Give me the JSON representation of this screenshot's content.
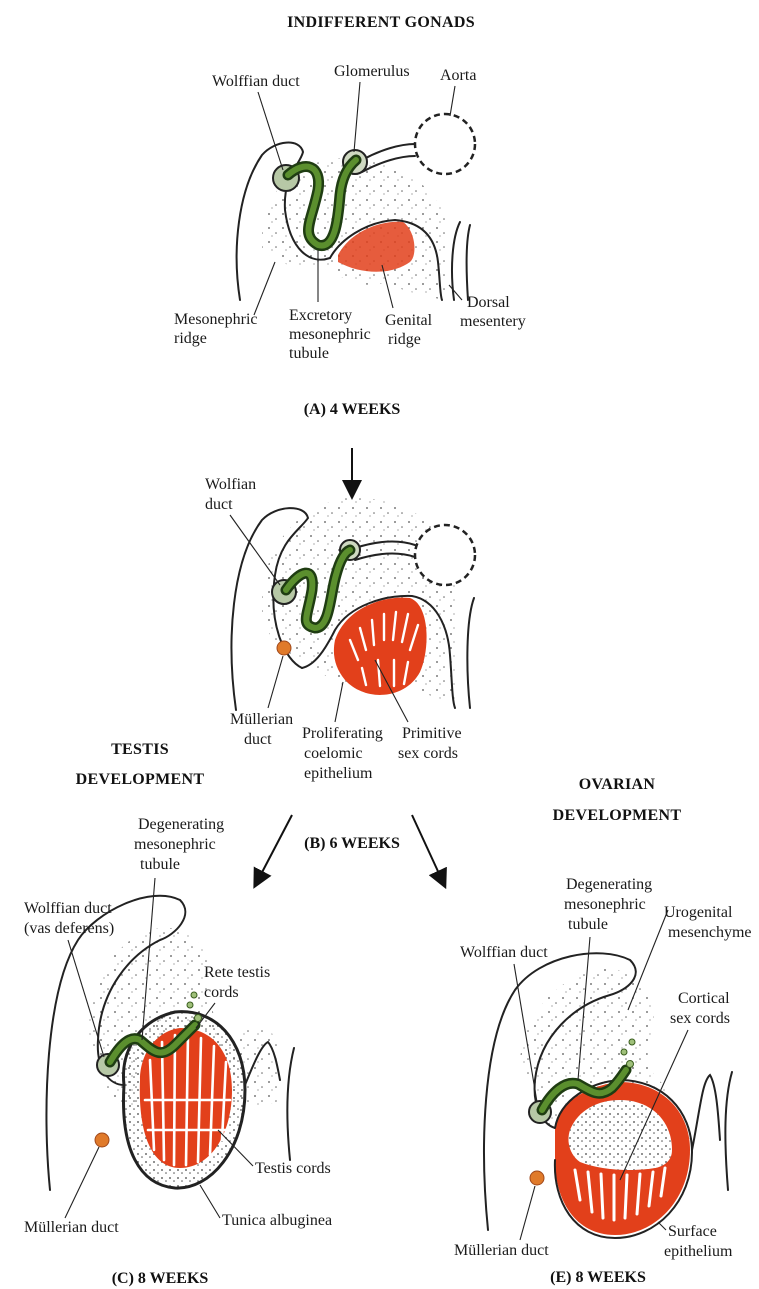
{
  "title": "INDIFFERENT GONADS",
  "colors": {
    "gonad_red": "#e2401b",
    "tubule_green": "#4f8a2b",
    "outline": "#222222"
  },
  "panel_a": {
    "caption": "(A)  4 WEEKS",
    "labels": {
      "wolffian": "Wolffian duct",
      "glomerulus": "Glomerulus",
      "aorta": "Aorta",
      "meso_ridge_1": "Mesonephric",
      "meso_ridge_2": "ridge",
      "excretory_1": "Excretory",
      "excretory_2": "mesonephric",
      "excretory_3": "tubule",
      "genital_1": "Genital",
      "genital_2": "ridge",
      "dorsal_1": "Dorsal",
      "dorsal_2": "mesentery"
    }
  },
  "panel_b": {
    "caption": "(B)  6 WEEKS",
    "labels": {
      "wolfian_1": "Wolfian",
      "wolfian_2": "duct",
      "mullerian_1": "Müllerian",
      "mullerian_2": "duct",
      "prolif_1": "Proliferating",
      "prolif_2": "coelomic",
      "prolif_3": "epithelium",
      "primitive_1": "Primitive",
      "primitive_2": "sex cords"
    }
  },
  "testis": {
    "heading_1": "TESTIS",
    "heading_2": "DEVELOPMENT",
    "caption": "(C)  8 WEEKS",
    "labels": {
      "degen_1": "Degenerating",
      "degen_2": "mesonephric",
      "degen_3": "tubule",
      "wolffian_1": "Wolffian duct",
      "wolffian_2": "(vas deferens)",
      "rete_1": "Rete testis",
      "rete_2": "cords",
      "testis_cords": "Testis cords",
      "tunica": "Tunica albuginea",
      "mullerian": "Müllerian duct"
    }
  },
  "ovary": {
    "heading_1": "OVARIAN",
    "heading_2": "DEVELOPMENT",
    "caption": "(E)  8 WEEKS",
    "labels": {
      "degen_1": "Degenerating",
      "degen_2": "mesonephric",
      "degen_3": "tubule",
      "urogenital_1": "Urogenital",
      "urogenital_2": "mesenchyme",
      "wolffian": "Wolffian duct",
      "cortical_1": "Cortical",
      "cortical_2": "sex cords",
      "surface_1": "Surface",
      "surface_2": "epithelium",
      "mullerian": "Müllerian duct"
    }
  }
}
